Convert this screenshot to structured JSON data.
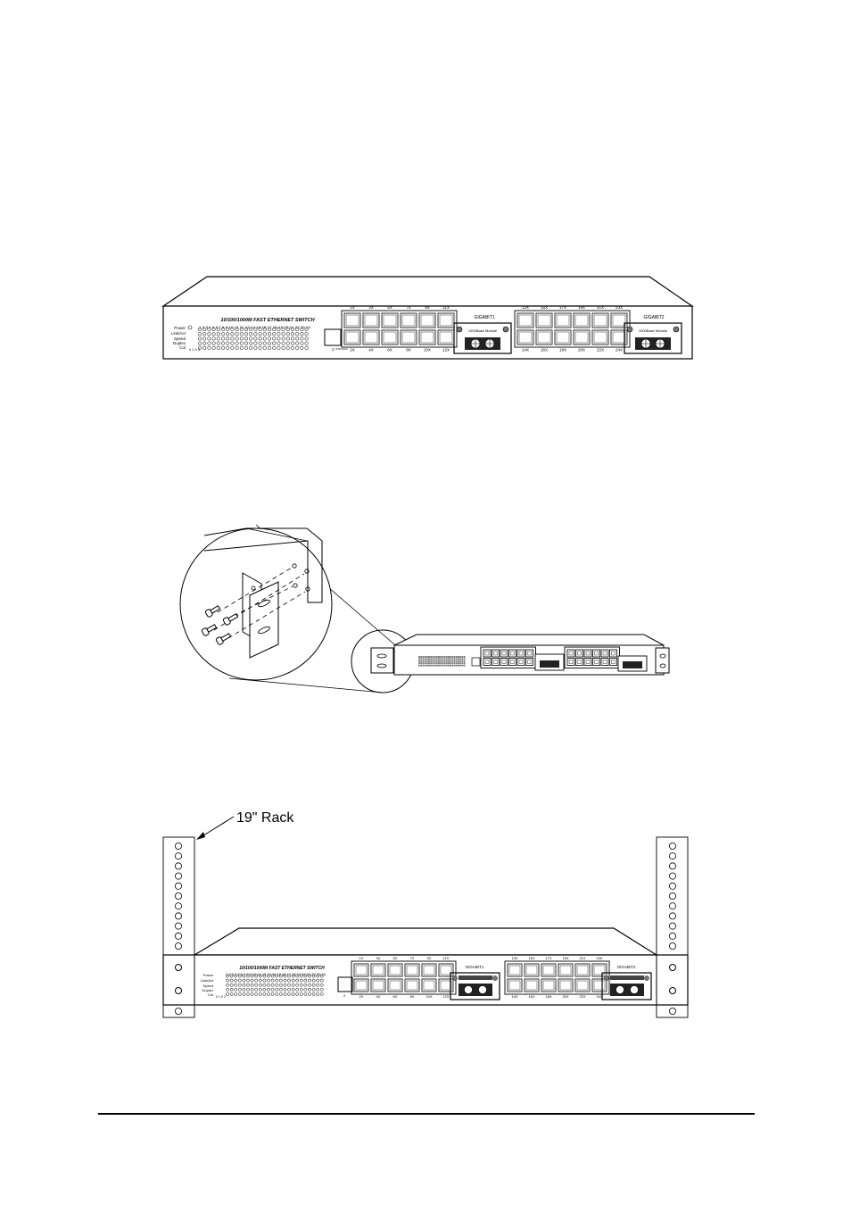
{
  "figure1": {
    "switch_title": "10/100/1000M FAST ETHERNET SWITCH",
    "led_labels": [
      "Power",
      "Link/Act",
      "Speed",
      "Duplex",
      "Col"
    ],
    "led_range_label": "0 1 0 2",
    "port_numbers": "1 2 3 4 5 6 7 8 9 10 11 12 13 14 15 16 17 18 19 20 21 22 23 24",
    "top_ports_a": [
      "1X",
      "3X",
      "5X",
      "7X",
      "9X",
      "11X"
    ],
    "bottom_ports_a": [
      "2X",
      "4X",
      "6X",
      "8X",
      "10X",
      "12X"
    ],
    "top_ports_b": [
      "13X",
      "15X",
      "17X",
      "19X",
      "21X",
      "23X"
    ],
    "bottom_ports_b": [
      "14X",
      "16X",
      "18X",
      "20X",
      "22X",
      "24X"
    ],
    "console_label": "2",
    "gigabit1_label": "GIGABIT1",
    "gigabit2_label": "GIGABIT2",
    "module_label": "1000Base Module"
  },
  "figure3": {
    "rack_label": "19\" Rack"
  }
}
